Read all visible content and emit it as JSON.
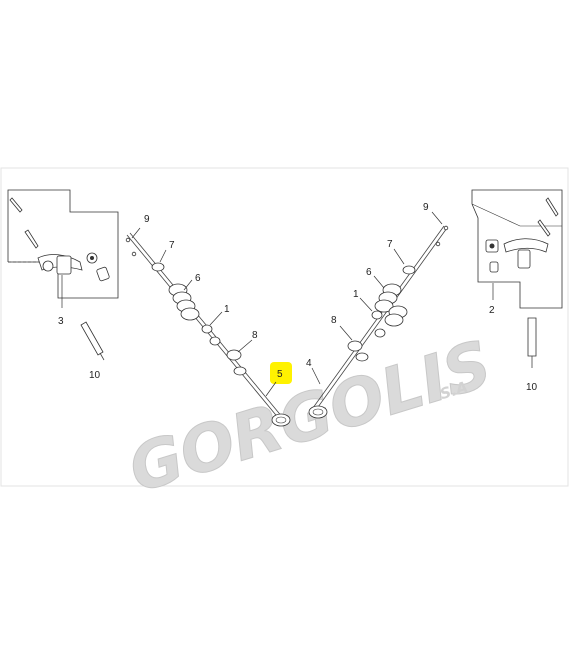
{
  "diagram": {
    "watermark": {
      "text": "GORGOLIS",
      "suffix": "S.A"
    },
    "highlight_color": "#fff200",
    "callouts": {
      "left_cover_3": "3",
      "left_pin_10": "10",
      "intake_9": "9",
      "intake_7": "7",
      "intake_6": "6",
      "intake_1": "1",
      "intake_8": "8",
      "intake_5": "5",
      "exhaust_9": "9",
      "exhaust_7": "7",
      "exhaust_6": "6",
      "exhaust_1": "1",
      "exhaust_8": "8",
      "exhaust_4": "4",
      "right_cover_2": "2",
      "right_pin_10": "10"
    }
  }
}
